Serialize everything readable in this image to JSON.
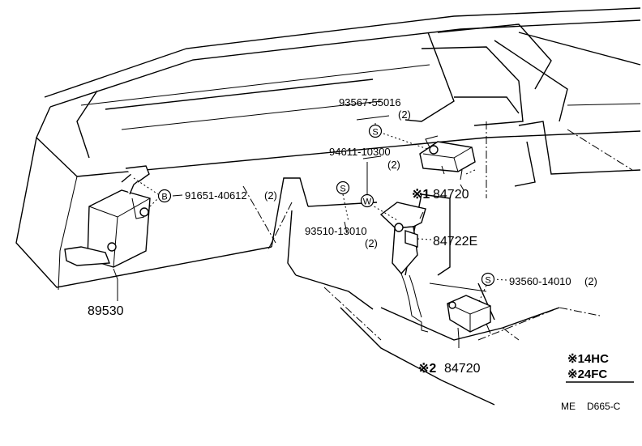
{
  "labels": {
    "p93567": "93567-55016",
    "p93567_qty": "(2)",
    "p94611": "94611-10300",
    "p94611_qty": "(2)",
    "p91651": "91651-40612",
    "p91651_qty": "(2)",
    "p93510": "93510-13010",
    "p93510_qty": "(2)",
    "p93560": "93560-14010",
    "p93560_qty": "(2)",
    "p84722e": "84722E",
    "p84720_top": "84720",
    "p84720_bottom": "84720",
    "p89530": "89530",
    "mark1_prefix": "※1",
    "mark2_prefix": "※2"
  },
  "symbols": {
    "s": "S",
    "b": "B",
    "w": "W"
  },
  "legend": {
    "line1": "※14HC",
    "line2": "※24FC"
  },
  "code": {
    "prefix": "ME",
    "id": "D665-C"
  }
}
